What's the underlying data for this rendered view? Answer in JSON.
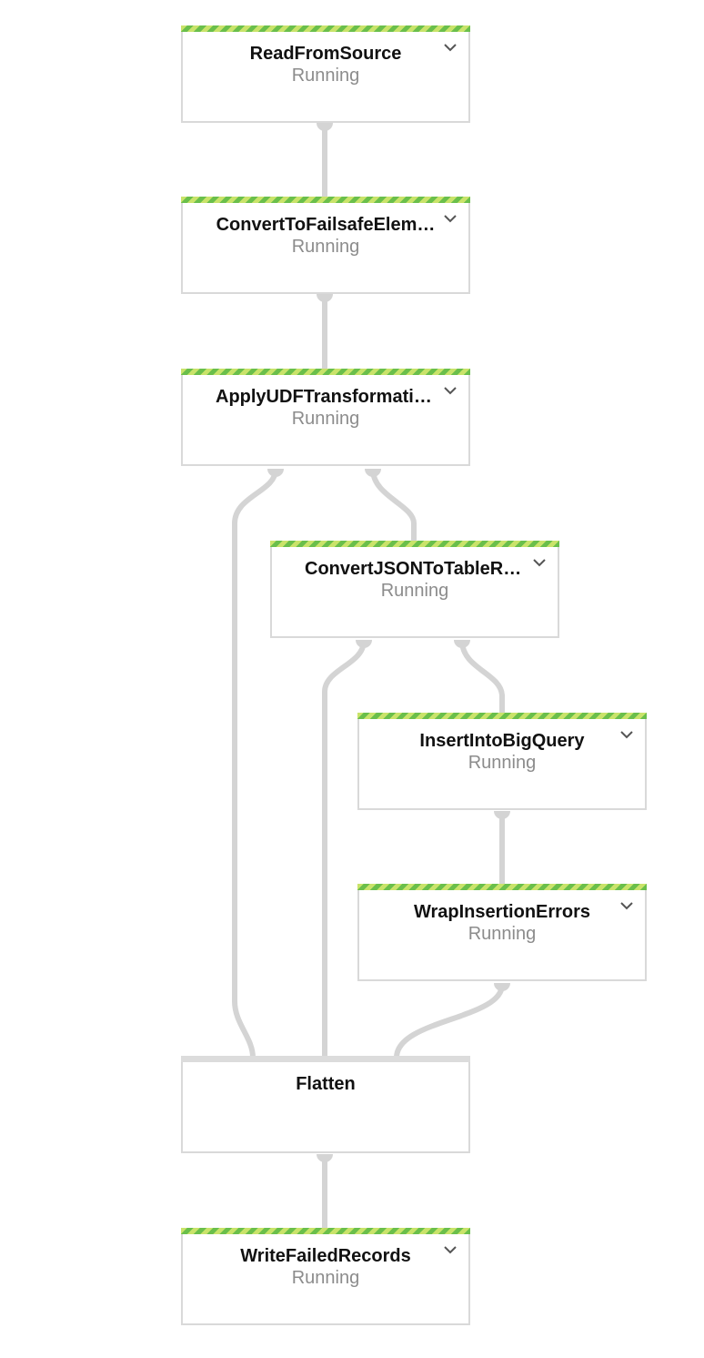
{
  "colors": {
    "edge": "#d4d4d4",
    "border": "#d9d9d9",
    "stripe_dark": "#6abf4b",
    "stripe_light": "#c9e36a",
    "status_text": "#8c8c8c"
  },
  "nodes": [
    {
      "id": "read",
      "name": "ReadFromSource",
      "status": "Running"
    },
    {
      "id": "convert-failsafe",
      "name": "ConvertToFailsafeElem…",
      "status": "Running"
    },
    {
      "id": "apply-udf",
      "name": "ApplyUDFTransformation",
      "status": "Running"
    },
    {
      "id": "convert-json",
      "name": "ConvertJSONToTableRow",
      "status": "Running"
    },
    {
      "id": "insert-bq",
      "name": "InsertIntoBigQuery",
      "status": "Running"
    },
    {
      "id": "wrap-errors",
      "name": "WrapInsertionErrors",
      "status": "Running"
    },
    {
      "id": "flatten",
      "name": "Flatten",
      "status": ""
    },
    {
      "id": "write-failed",
      "name": "WriteFailedRecords",
      "status": "Running"
    }
  ],
  "icons": {
    "expand": "chevron-down-icon"
  }
}
